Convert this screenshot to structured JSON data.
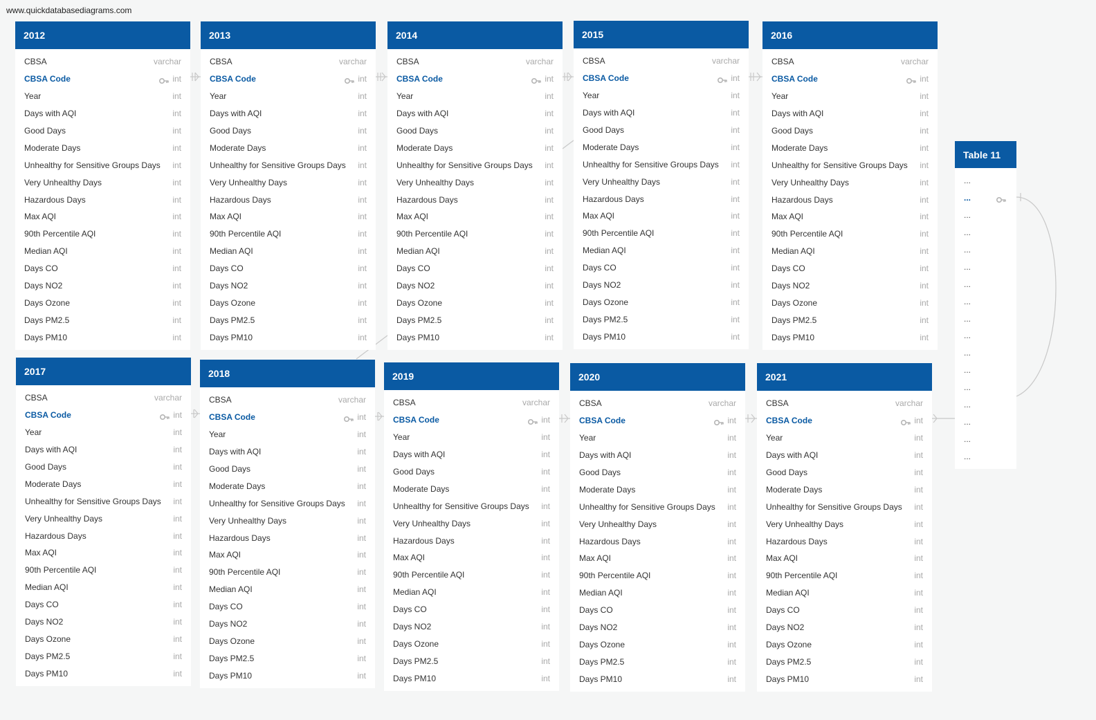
{
  "watermark": "www.quickdatabasediagrams.com",
  "colors": {
    "header": "#0a5aa3",
    "key": "#0a5aa3",
    "type": "#a9a9a9",
    "link": "#c8c8c8"
  },
  "icons": {
    "primary_key": "key-icon"
  },
  "tables": [
    {
      "id": "2012",
      "title": "2012",
      "columns": [
        {
          "name": "CBSA",
          "type": "varchar",
          "pk": false
        },
        {
          "name": "CBSA Code",
          "type": "int",
          "pk": true
        },
        {
          "name": "Year",
          "type": "int",
          "pk": false
        },
        {
          "name": "Days with AQI",
          "type": "int",
          "pk": false
        },
        {
          "name": "Good Days",
          "type": "int",
          "pk": false
        },
        {
          "name": "Moderate Days",
          "type": "int",
          "pk": false
        },
        {
          "name": "Unhealthy for Sensitive Groups Days",
          "type": "int",
          "pk": false
        },
        {
          "name": "Very Unhealthy Days",
          "type": "int",
          "pk": false
        },
        {
          "name": "Hazardous Days",
          "type": "int",
          "pk": false
        },
        {
          "name": "Max AQI",
          "type": "int",
          "pk": false
        },
        {
          "name": "90th Percentile AQI",
          "type": "int",
          "pk": false
        },
        {
          "name": "Median AQI",
          "type": "int",
          "pk": false
        },
        {
          "name": "Days CO",
          "type": "int",
          "pk": false
        },
        {
          "name": "Days NO2",
          "type": "int",
          "pk": false
        },
        {
          "name": "Days Ozone",
          "type": "int",
          "pk": false
        },
        {
          "name": "Days PM2.5",
          "type": "int",
          "pk": false
        },
        {
          "name": "Days PM10",
          "type": "int",
          "pk": false
        }
      ]
    },
    {
      "id": "2013",
      "title": "2013",
      "columns": [
        {
          "name": "CBSA",
          "type": "varchar",
          "pk": false
        },
        {
          "name": "CBSA Code",
          "type": "int",
          "pk": true
        },
        {
          "name": "Year",
          "type": "int",
          "pk": false
        },
        {
          "name": "Days with AQI",
          "type": "int",
          "pk": false
        },
        {
          "name": "Good Days",
          "type": "int",
          "pk": false
        },
        {
          "name": "Moderate Days",
          "type": "int",
          "pk": false
        },
        {
          "name": "Unhealthy for Sensitive Groups Days",
          "type": "int",
          "pk": false
        },
        {
          "name": "Very Unhealthy Days",
          "type": "int",
          "pk": false
        },
        {
          "name": "Hazardous Days",
          "type": "int",
          "pk": false
        },
        {
          "name": "Max AQI",
          "type": "int",
          "pk": false
        },
        {
          "name": "90th Percentile AQI",
          "type": "int",
          "pk": false
        },
        {
          "name": "Median AQI",
          "type": "int",
          "pk": false
        },
        {
          "name": "Days CO",
          "type": "int",
          "pk": false
        },
        {
          "name": "Days NO2",
          "type": "int",
          "pk": false
        },
        {
          "name": "Days Ozone",
          "type": "int",
          "pk": false
        },
        {
          "name": "Days PM2.5",
          "type": "int",
          "pk": false
        },
        {
          "name": "Days PM10",
          "type": "int",
          "pk": false
        }
      ]
    },
    {
      "id": "2014",
      "title": "2014",
      "columns": [
        {
          "name": "CBSA",
          "type": "varchar",
          "pk": false
        },
        {
          "name": "CBSA Code",
          "type": "int",
          "pk": true
        },
        {
          "name": "Year",
          "type": "int",
          "pk": false
        },
        {
          "name": "Days with AQI",
          "type": "int",
          "pk": false
        },
        {
          "name": "Good Days",
          "type": "int",
          "pk": false
        },
        {
          "name": "Moderate Days",
          "type": "int",
          "pk": false
        },
        {
          "name": "Unhealthy for Sensitive Groups Days",
          "type": "int",
          "pk": false
        },
        {
          "name": "Very Unhealthy Days",
          "type": "int",
          "pk": false
        },
        {
          "name": "Hazardous Days",
          "type": "int",
          "pk": false
        },
        {
          "name": "Max AQI",
          "type": "int",
          "pk": false
        },
        {
          "name": "90th Percentile AQI",
          "type": "int",
          "pk": false
        },
        {
          "name": "Median AQI",
          "type": "int",
          "pk": false
        },
        {
          "name": "Days CO",
          "type": "int",
          "pk": false
        },
        {
          "name": "Days NO2",
          "type": "int",
          "pk": false
        },
        {
          "name": "Days Ozone",
          "type": "int",
          "pk": false
        },
        {
          "name": "Days PM2.5",
          "type": "int",
          "pk": false
        },
        {
          "name": "Days PM10",
          "type": "int",
          "pk": false
        }
      ]
    },
    {
      "id": "2015",
      "title": "2015",
      "columns": [
        {
          "name": "CBSA",
          "type": "varchar",
          "pk": false
        },
        {
          "name": "CBSA Code",
          "type": "int",
          "pk": true
        },
        {
          "name": "Year",
          "type": "int",
          "pk": false
        },
        {
          "name": "Days with AQI",
          "type": "int",
          "pk": false
        },
        {
          "name": "Good Days",
          "type": "int",
          "pk": false
        },
        {
          "name": "Moderate Days",
          "type": "int",
          "pk": false
        },
        {
          "name": "Unhealthy for Sensitive Groups Days",
          "type": "int",
          "pk": false
        },
        {
          "name": "Very Unhealthy Days",
          "type": "int",
          "pk": false
        },
        {
          "name": "Hazardous Days",
          "type": "int",
          "pk": false
        },
        {
          "name": "Max AQI",
          "type": "int",
          "pk": false
        },
        {
          "name": "90th Percentile AQI",
          "type": "int",
          "pk": false
        },
        {
          "name": "Median AQI",
          "type": "int",
          "pk": false
        },
        {
          "name": "Days CO",
          "type": "int",
          "pk": false
        },
        {
          "name": "Days NO2",
          "type": "int",
          "pk": false
        },
        {
          "name": "Days Ozone",
          "type": "int",
          "pk": false
        },
        {
          "name": "Days PM2.5",
          "type": "int",
          "pk": false
        },
        {
          "name": "Days PM10",
          "type": "int",
          "pk": false
        }
      ]
    },
    {
      "id": "2016",
      "title": "2016",
      "columns": [
        {
          "name": "CBSA",
          "type": "varchar",
          "pk": false
        },
        {
          "name": "CBSA Code",
          "type": "int",
          "pk": true
        },
        {
          "name": "Year",
          "type": "int",
          "pk": false
        },
        {
          "name": "Days with AQI",
          "type": "int",
          "pk": false
        },
        {
          "name": "Good Days",
          "type": "int",
          "pk": false
        },
        {
          "name": "Moderate Days",
          "type": "int",
          "pk": false
        },
        {
          "name": "Unhealthy for Sensitive Groups Days",
          "type": "int",
          "pk": false
        },
        {
          "name": "Very Unhealthy Days",
          "type": "int",
          "pk": false
        },
        {
          "name": "Hazardous Days",
          "type": "int",
          "pk": false
        },
        {
          "name": "Max AQI",
          "type": "int",
          "pk": false
        },
        {
          "name": "90th Percentile AQI",
          "type": "int",
          "pk": false
        },
        {
          "name": "Median AQI",
          "type": "int",
          "pk": false
        },
        {
          "name": "Days CO",
          "type": "int",
          "pk": false
        },
        {
          "name": "Days NO2",
          "type": "int",
          "pk": false
        },
        {
          "name": "Days Ozone",
          "type": "int",
          "pk": false
        },
        {
          "name": "Days PM2.5",
          "type": "int",
          "pk": false
        },
        {
          "name": "Days PM10",
          "type": "int",
          "pk": false
        }
      ]
    },
    {
      "id": "2017",
      "title": "2017",
      "columns": [
        {
          "name": "CBSA",
          "type": "varchar",
          "pk": false
        },
        {
          "name": "CBSA Code",
          "type": "int",
          "pk": true
        },
        {
          "name": "Year",
          "type": "int",
          "pk": false
        },
        {
          "name": "Days with AQI",
          "type": "int",
          "pk": false
        },
        {
          "name": "Good Days",
          "type": "int",
          "pk": false
        },
        {
          "name": "Moderate Days",
          "type": "int",
          "pk": false
        },
        {
          "name": "Unhealthy for Sensitive Groups Days",
          "type": "int",
          "pk": false
        },
        {
          "name": "Very Unhealthy Days",
          "type": "int",
          "pk": false
        },
        {
          "name": "Hazardous Days",
          "type": "int",
          "pk": false
        },
        {
          "name": "Max AQI",
          "type": "int",
          "pk": false
        },
        {
          "name": "90th Percentile AQI",
          "type": "int",
          "pk": false
        },
        {
          "name": "Median AQI",
          "type": "int",
          "pk": false
        },
        {
          "name": "Days CO",
          "type": "int",
          "pk": false
        },
        {
          "name": "Days NO2",
          "type": "int",
          "pk": false
        },
        {
          "name": "Days Ozone",
          "type": "int",
          "pk": false
        },
        {
          "name": "Days PM2.5",
          "type": "int",
          "pk": false
        },
        {
          "name": "Days PM10",
          "type": "int",
          "pk": false
        }
      ]
    },
    {
      "id": "2018",
      "title": "2018",
      "columns": [
        {
          "name": "CBSA",
          "type": "varchar",
          "pk": false
        },
        {
          "name": "CBSA Code",
          "type": "int",
          "pk": true
        },
        {
          "name": "Year",
          "type": "int",
          "pk": false
        },
        {
          "name": "Days with AQI",
          "type": "int",
          "pk": false
        },
        {
          "name": "Good Days",
          "type": "int",
          "pk": false
        },
        {
          "name": "Moderate Days",
          "type": "int",
          "pk": false
        },
        {
          "name": "Unhealthy for Sensitive Groups Days",
          "type": "int",
          "pk": false
        },
        {
          "name": "Very Unhealthy Days",
          "type": "int",
          "pk": false
        },
        {
          "name": "Hazardous Days",
          "type": "int",
          "pk": false
        },
        {
          "name": "Max AQI",
          "type": "int",
          "pk": false
        },
        {
          "name": "90th Percentile AQI",
          "type": "int",
          "pk": false
        },
        {
          "name": "Median AQI",
          "type": "int",
          "pk": false
        },
        {
          "name": "Days CO",
          "type": "int",
          "pk": false
        },
        {
          "name": "Days NO2",
          "type": "int",
          "pk": false
        },
        {
          "name": "Days Ozone",
          "type": "int",
          "pk": false
        },
        {
          "name": "Days PM2.5",
          "type": "int",
          "pk": false
        },
        {
          "name": "Days PM10",
          "type": "int",
          "pk": false
        }
      ]
    },
    {
      "id": "2019",
      "title": "2019",
      "columns": [
        {
          "name": "CBSA",
          "type": "varchar",
          "pk": false
        },
        {
          "name": "CBSA Code",
          "type": "int",
          "pk": true
        },
        {
          "name": "Year",
          "type": "int",
          "pk": false
        },
        {
          "name": "Days with AQI",
          "type": "int",
          "pk": false
        },
        {
          "name": "Good Days",
          "type": "int",
          "pk": false
        },
        {
          "name": "Moderate Days",
          "type": "int",
          "pk": false
        },
        {
          "name": "Unhealthy for Sensitive Groups Days",
          "type": "int",
          "pk": false
        },
        {
          "name": "Very Unhealthy Days",
          "type": "int",
          "pk": false
        },
        {
          "name": "Hazardous Days",
          "type": "int",
          "pk": false
        },
        {
          "name": "Max AQI",
          "type": "int",
          "pk": false
        },
        {
          "name": "90th Percentile AQI",
          "type": "int",
          "pk": false
        },
        {
          "name": "Median AQI",
          "type": "int",
          "pk": false
        },
        {
          "name": "Days CO",
          "type": "int",
          "pk": false
        },
        {
          "name": "Days NO2",
          "type": "int",
          "pk": false
        },
        {
          "name": "Days Ozone",
          "type": "int",
          "pk": false
        },
        {
          "name": "Days PM2.5",
          "type": "int",
          "pk": false
        },
        {
          "name": "Days PM10",
          "type": "int",
          "pk": false
        }
      ]
    },
    {
      "id": "2020",
      "title": "2020",
      "columns": [
        {
          "name": "CBSA",
          "type": "varchar",
          "pk": false
        },
        {
          "name": "CBSA Code",
          "type": "int",
          "pk": true
        },
        {
          "name": "Year",
          "type": "int",
          "pk": false
        },
        {
          "name": "Days with AQI",
          "type": "int",
          "pk": false
        },
        {
          "name": "Good Days",
          "type": "int",
          "pk": false
        },
        {
          "name": "Moderate Days",
          "type": "int",
          "pk": false
        },
        {
          "name": "Unhealthy for Sensitive Groups Days",
          "type": "int",
          "pk": false
        },
        {
          "name": "Very Unhealthy Days",
          "type": "int",
          "pk": false
        },
        {
          "name": "Hazardous Days",
          "type": "int",
          "pk": false
        },
        {
          "name": "Max AQI",
          "type": "int",
          "pk": false
        },
        {
          "name": "90th Percentile AQI",
          "type": "int",
          "pk": false
        },
        {
          "name": "Median AQI",
          "type": "int",
          "pk": false
        },
        {
          "name": "Days CO",
          "type": "int",
          "pk": false
        },
        {
          "name": "Days NO2",
          "type": "int",
          "pk": false
        },
        {
          "name": "Days Ozone",
          "type": "int",
          "pk": false
        },
        {
          "name": "Days PM2.5",
          "type": "int",
          "pk": false
        },
        {
          "name": "Days PM10",
          "type": "int",
          "pk": false
        }
      ]
    },
    {
      "id": "2021",
      "title": "2021",
      "columns": [
        {
          "name": "CBSA",
          "type": "varchar",
          "pk": false
        },
        {
          "name": "CBSA Code",
          "type": "int",
          "pk": true
        },
        {
          "name": "Year",
          "type": "int",
          "pk": false
        },
        {
          "name": "Days with AQI",
          "type": "int",
          "pk": false
        },
        {
          "name": "Good Days",
          "type": "int",
          "pk": false
        },
        {
          "name": "Moderate Days",
          "type": "int",
          "pk": false
        },
        {
          "name": "Unhealthy for Sensitive Groups Days",
          "type": "int",
          "pk": false
        },
        {
          "name": "Very Unhealthy Days",
          "type": "int",
          "pk": false
        },
        {
          "name": "Hazardous Days",
          "type": "int",
          "pk": false
        },
        {
          "name": "Max AQI",
          "type": "int",
          "pk": false
        },
        {
          "name": "90th Percentile AQI",
          "type": "int",
          "pk": false
        },
        {
          "name": "Median AQI",
          "type": "int",
          "pk": false
        },
        {
          "name": "Days CO",
          "type": "int",
          "pk": false
        },
        {
          "name": "Days NO2",
          "type": "int",
          "pk": false
        },
        {
          "name": "Days Ozone",
          "type": "int",
          "pk": false
        },
        {
          "name": "Days PM2.5",
          "type": "int",
          "pk": false
        },
        {
          "name": "Days PM10",
          "type": "int",
          "pk": false
        }
      ]
    },
    {
      "id": "table11",
      "title": "Table 11",
      "columns": [
        {
          "name": "...",
          "type": "",
          "pk": false
        },
        {
          "name": "...",
          "type": "",
          "pk": true
        },
        {
          "name": "...",
          "type": "",
          "pk": false
        },
        {
          "name": "...",
          "type": "",
          "pk": false
        },
        {
          "name": "...",
          "type": "",
          "pk": false
        },
        {
          "name": "...",
          "type": "",
          "pk": false
        },
        {
          "name": "...",
          "type": "",
          "pk": false
        },
        {
          "name": "...",
          "type": "",
          "pk": false
        },
        {
          "name": "...",
          "type": "",
          "pk": false
        },
        {
          "name": "...",
          "type": "",
          "pk": false
        },
        {
          "name": "...",
          "type": "",
          "pk": false
        },
        {
          "name": "...",
          "type": "",
          "pk": false
        },
        {
          "name": "...",
          "type": "",
          "pk": false
        },
        {
          "name": "...",
          "type": "",
          "pk": false
        },
        {
          "name": "...",
          "type": "",
          "pk": false
        },
        {
          "name": "...",
          "type": "",
          "pk": false
        },
        {
          "name": "...",
          "type": "",
          "pk": false
        }
      ]
    }
  ]
}
